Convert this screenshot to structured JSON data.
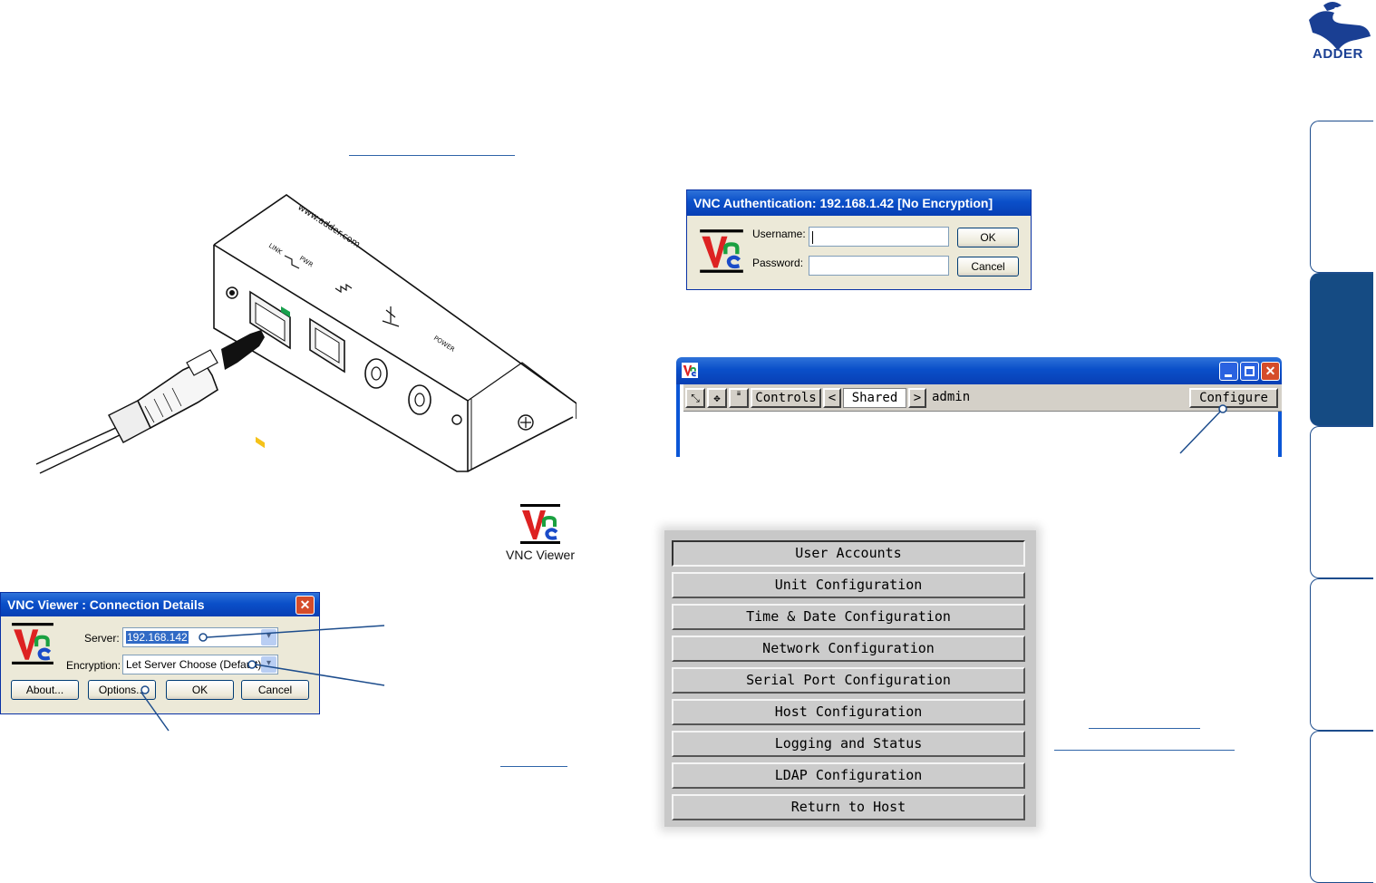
{
  "brand": {
    "name": "ADDER"
  },
  "desktop_icon": {
    "label": "VNC Viewer"
  },
  "connection_dialog": {
    "title": "VNC Viewer : Connection Details",
    "server_label": "Server:",
    "server_value": "192.168.142",
    "encryption_label": "Encryption:",
    "encryption_value": "Let Server Choose (Default)",
    "buttons": {
      "about": "About...",
      "options": "Options...",
      "ok": "OK",
      "cancel": "Cancel"
    }
  },
  "auth_dialog": {
    "title": "VNC Authentication: 192.168.1.42 [No Encryption]",
    "username_label": "Username:",
    "password_label": "Password:",
    "buttons": {
      "ok": "OK",
      "cancel": "Cancel"
    }
  },
  "viewer_window": {
    "toolbar": {
      "controls": "Controls",
      "prev": "<",
      "shared": "Shared",
      "next": ">",
      "user": "admin",
      "configure": "Configure"
    }
  },
  "config_menu": {
    "items": [
      "User Accounts",
      "Unit Configuration",
      "Time & Date Configuration",
      "Network Configuration",
      "Serial Port Configuration",
      "Host Configuration",
      "Logging and Status",
      "LDAP Configuration",
      "Return to Host"
    ]
  },
  "hardware": {
    "url_text": "www.adder.com",
    "labels": {
      "link": "LINK",
      "pwr": "PWR",
      "power": "POWER"
    }
  },
  "colors": {
    "accent": "#154b83",
    "xp_title": "#0a4fc9",
    "link": "#2f64a8"
  }
}
